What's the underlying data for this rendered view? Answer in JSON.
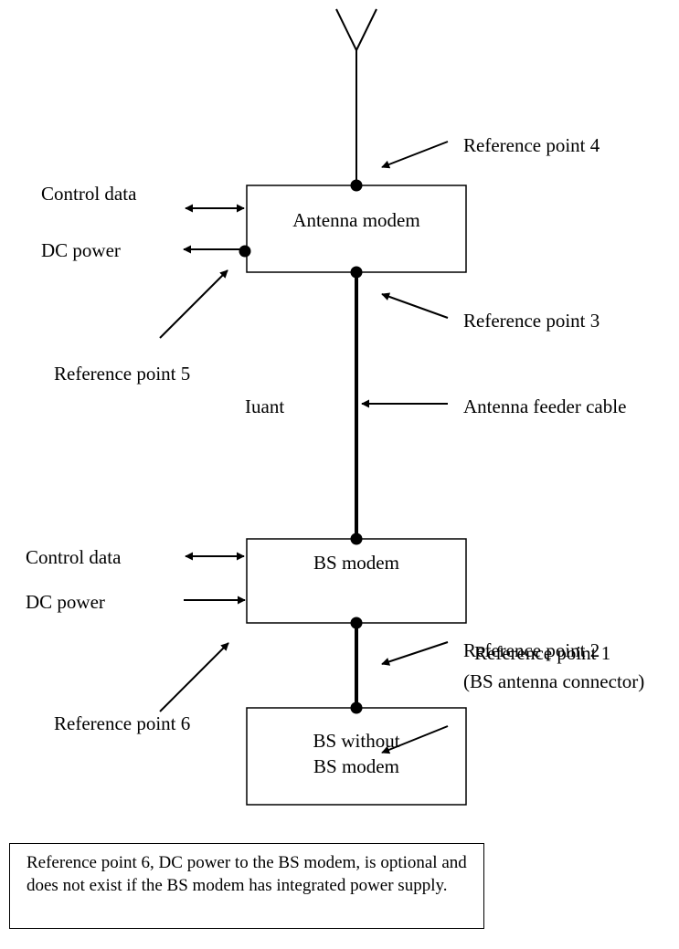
{
  "labels": {
    "ref4": "Reference point 4",
    "ref3": "Reference point 3",
    "ref5": "Reference point 5",
    "ref2": "Reference point 2",
    "ref1_line1": "Reference point 1",
    "ref1_line2": "(BS antenna connector)",
    "ref6": "Reference point 6",
    "iuant": "Iuant",
    "feeder": "Antenna feeder cable",
    "control_top": "Control data",
    "dc_top": "DC power",
    "control_bottom": "Control data",
    "dc_bottom": "DC power"
  },
  "boxes": {
    "antenna_modem": "Antenna modem",
    "bs_modem": "BS modem",
    "bs_without_line1": "BS without",
    "bs_without_line2": "BS modem"
  },
  "note": "Reference point 6, DC power to the BS modem, is optional and does not exist if the BS modem has integrated power supply."
}
